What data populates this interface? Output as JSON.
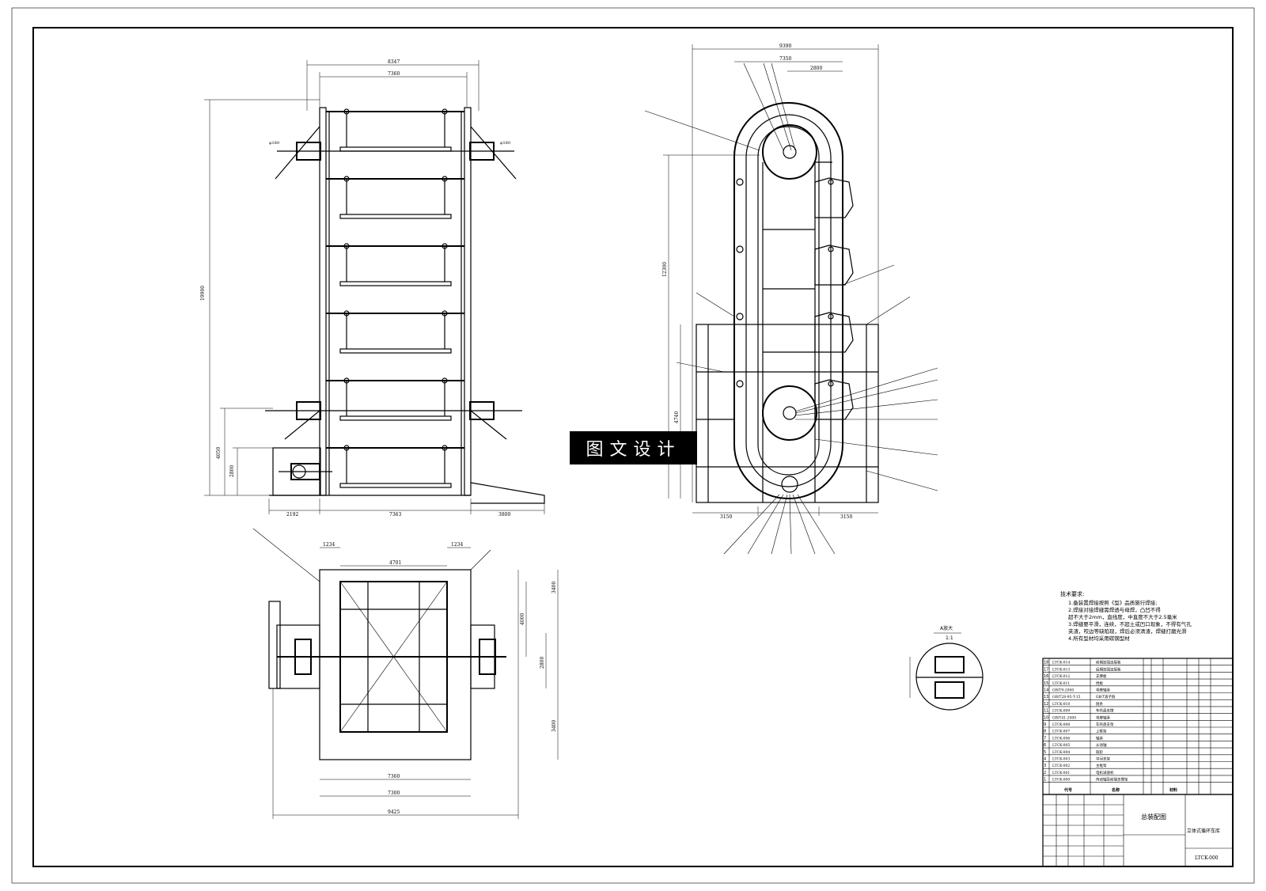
{
  "watermark": "图文设计",
  "front_view": {
    "dims": {
      "overall_width": "8347",
      "inner_width": "7360",
      "height": "19900",
      "lower_height": "4050",
      "base_height": "2800",
      "bottom_left": "2192",
      "bottom_mid": "7363",
      "bottom_right": "3800",
      "pin_label": "φ180"
    }
  },
  "side_view": {
    "dims": {
      "overall_width": "9390",
      "width_a": "7350",
      "width_b": "2800",
      "height_main": "12300",
      "height_lower": "4740",
      "bottom_left": "3150",
      "bottom_right": "3150"
    }
  },
  "plan_view": {
    "dims": {
      "top_left": "1234",
      "top_right": "1234",
      "inner": "4701",
      "bottom_a": "7360",
      "bottom_b": "7300",
      "overall": "9425",
      "right_a": "3400",
      "right_b": "4000",
      "right_c": "2800",
      "right_d": "3400"
    }
  },
  "detail": {
    "title": "A放大",
    "scale": "1:1"
  },
  "tech_req": {
    "title": "技术要求:",
    "lines": [
      "1.备装置焊接按照《型》品质施行焊接;",
      "2.焊接对接焊缝需焊透与母焊，凸凹不得",
      "  超不大于2mm，直线度，中直度不大于2.5毫米",
      "3.焊缝要平滑，连续，不超土或凹口现象，不得有气孔",
      "  夹渣，咬边等缺陷现，焊后必须清渣，焊缝打磨光滑",
      "4.所有型材均采用碳钢型材"
    ]
  },
  "bom": {
    "rows": [
      {
        "code": "LTCK-014",
        "name": "前期加强连接板"
      },
      {
        "code": "LTCK-013",
        "name": "后期加强连接板"
      },
      {
        "code": "LTCK-012",
        "name": "支撑板"
      },
      {
        "code": "LTCK-011",
        "name": "挡板"
      },
      {
        "code": "GB/T9-2000",
        "name": "带座轴承"
      },
      {
        "code": "GB/T28-95-T-15",
        "name": "GB/T滚子链"
      },
      {
        "code": "LTCK-010",
        "name": "链条"
      },
      {
        "code": "LTCK-009",
        "name": "车托盘支撑"
      },
      {
        "code": "GB/T41-2000",
        "name": "带座轴承"
      },
      {
        "code": "LTCK-008",
        "name": "车托盘支架"
      },
      {
        "code": "LTCK-007",
        "name": "上框架"
      },
      {
        "code": "LTCK-006",
        "name": "轴承"
      },
      {
        "code": "LTCK-005",
        "name": "从动轴"
      },
      {
        "code": "LTCK-004",
        "name": "链轮"
      },
      {
        "code": "LTCK-003",
        "name": "中间支架"
      },
      {
        "code": "LTCK-002",
        "name": "主框架"
      },
      {
        "code": "LTCK-001",
        "name": "电机减速机"
      },
      {
        "code": "LTCK-000",
        "name": "传动轴及前端支撑架"
      }
    ],
    "header": {
      "code": "代号",
      "name": "名称",
      "material": "材料"
    }
  },
  "title_block": {
    "drawing_name": "总装配图",
    "product_name": "立体式循环车库",
    "drawing_no": "LTCK-000"
  }
}
